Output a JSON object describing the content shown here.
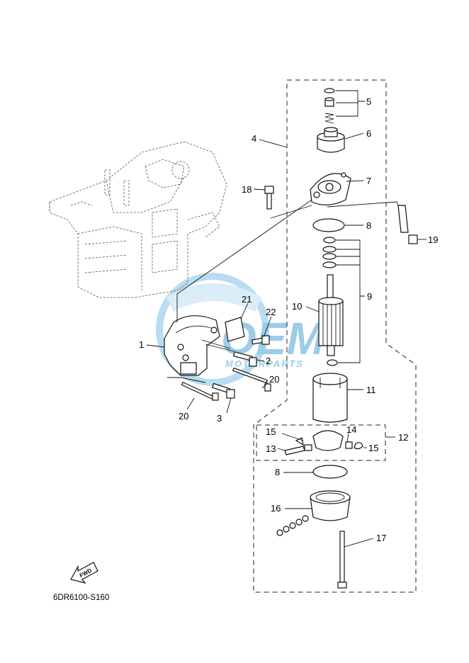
{
  "diagram": {
    "code": "6DR6100-S160",
    "fwd_label": "FWD",
    "watermark": {
      "word": "OEM",
      "sub": "MOTORPARTS",
      "color": "#4aa3d6"
    },
    "callouts": {
      "c1": "1",
      "c2": "2",
      "c3": "3",
      "c4": "4",
      "c5": "5",
      "c6": "6",
      "c7": "7",
      "c8a": "8",
      "c8b": "8",
      "c9": "9",
      "c10": "10",
      "c11": "11",
      "c12": "12",
      "c13": "13",
      "c14": "14",
      "c15a": "15",
      "c15b": "15",
      "c16": "16",
      "c17": "17",
      "c18": "18",
      "c19": "19",
      "c20a": "20",
      "c20b": "20",
      "c21": "21",
      "c22": "22"
    }
  }
}
